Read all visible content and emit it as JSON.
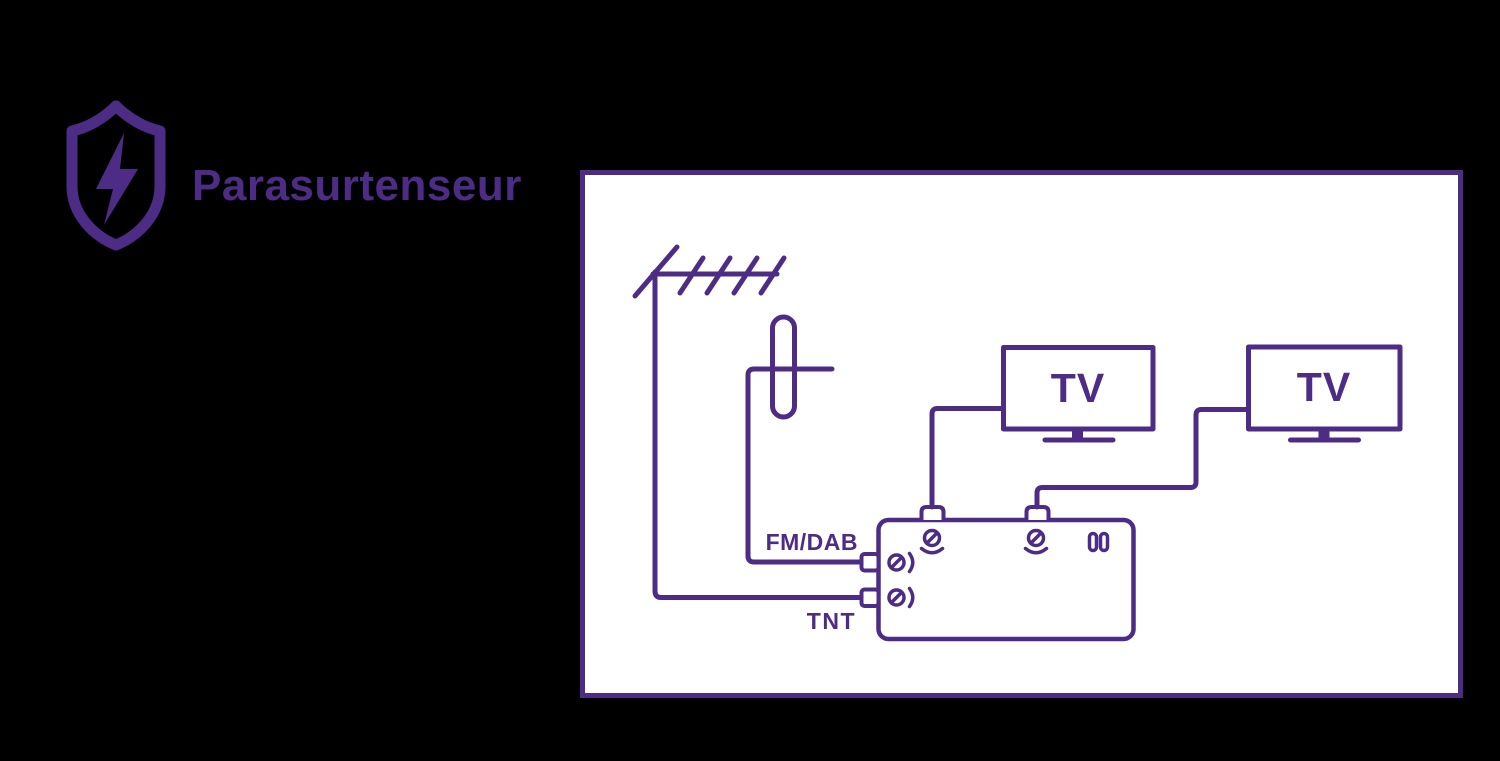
{
  "colors": {
    "accent": "#4d2c85",
    "background": "#000000",
    "panel_background": "#ffffff"
  },
  "header": {
    "title": "Parasurtenseur",
    "icon": "shield-lightning-icon"
  },
  "diagram": {
    "icons": {
      "antenna_tnt": "yagi-antenna-icon",
      "antenna_fm": "dipole-antenna-icon",
      "amplifier": "distribution-amplifier-icon",
      "tv_left": "tv-icon",
      "tv_right": "tv-icon"
    },
    "labels": {
      "fm_dab": "FM/DAB",
      "tnt": "TNT",
      "tv_left": "TV",
      "tv_right": "TV"
    }
  }
}
